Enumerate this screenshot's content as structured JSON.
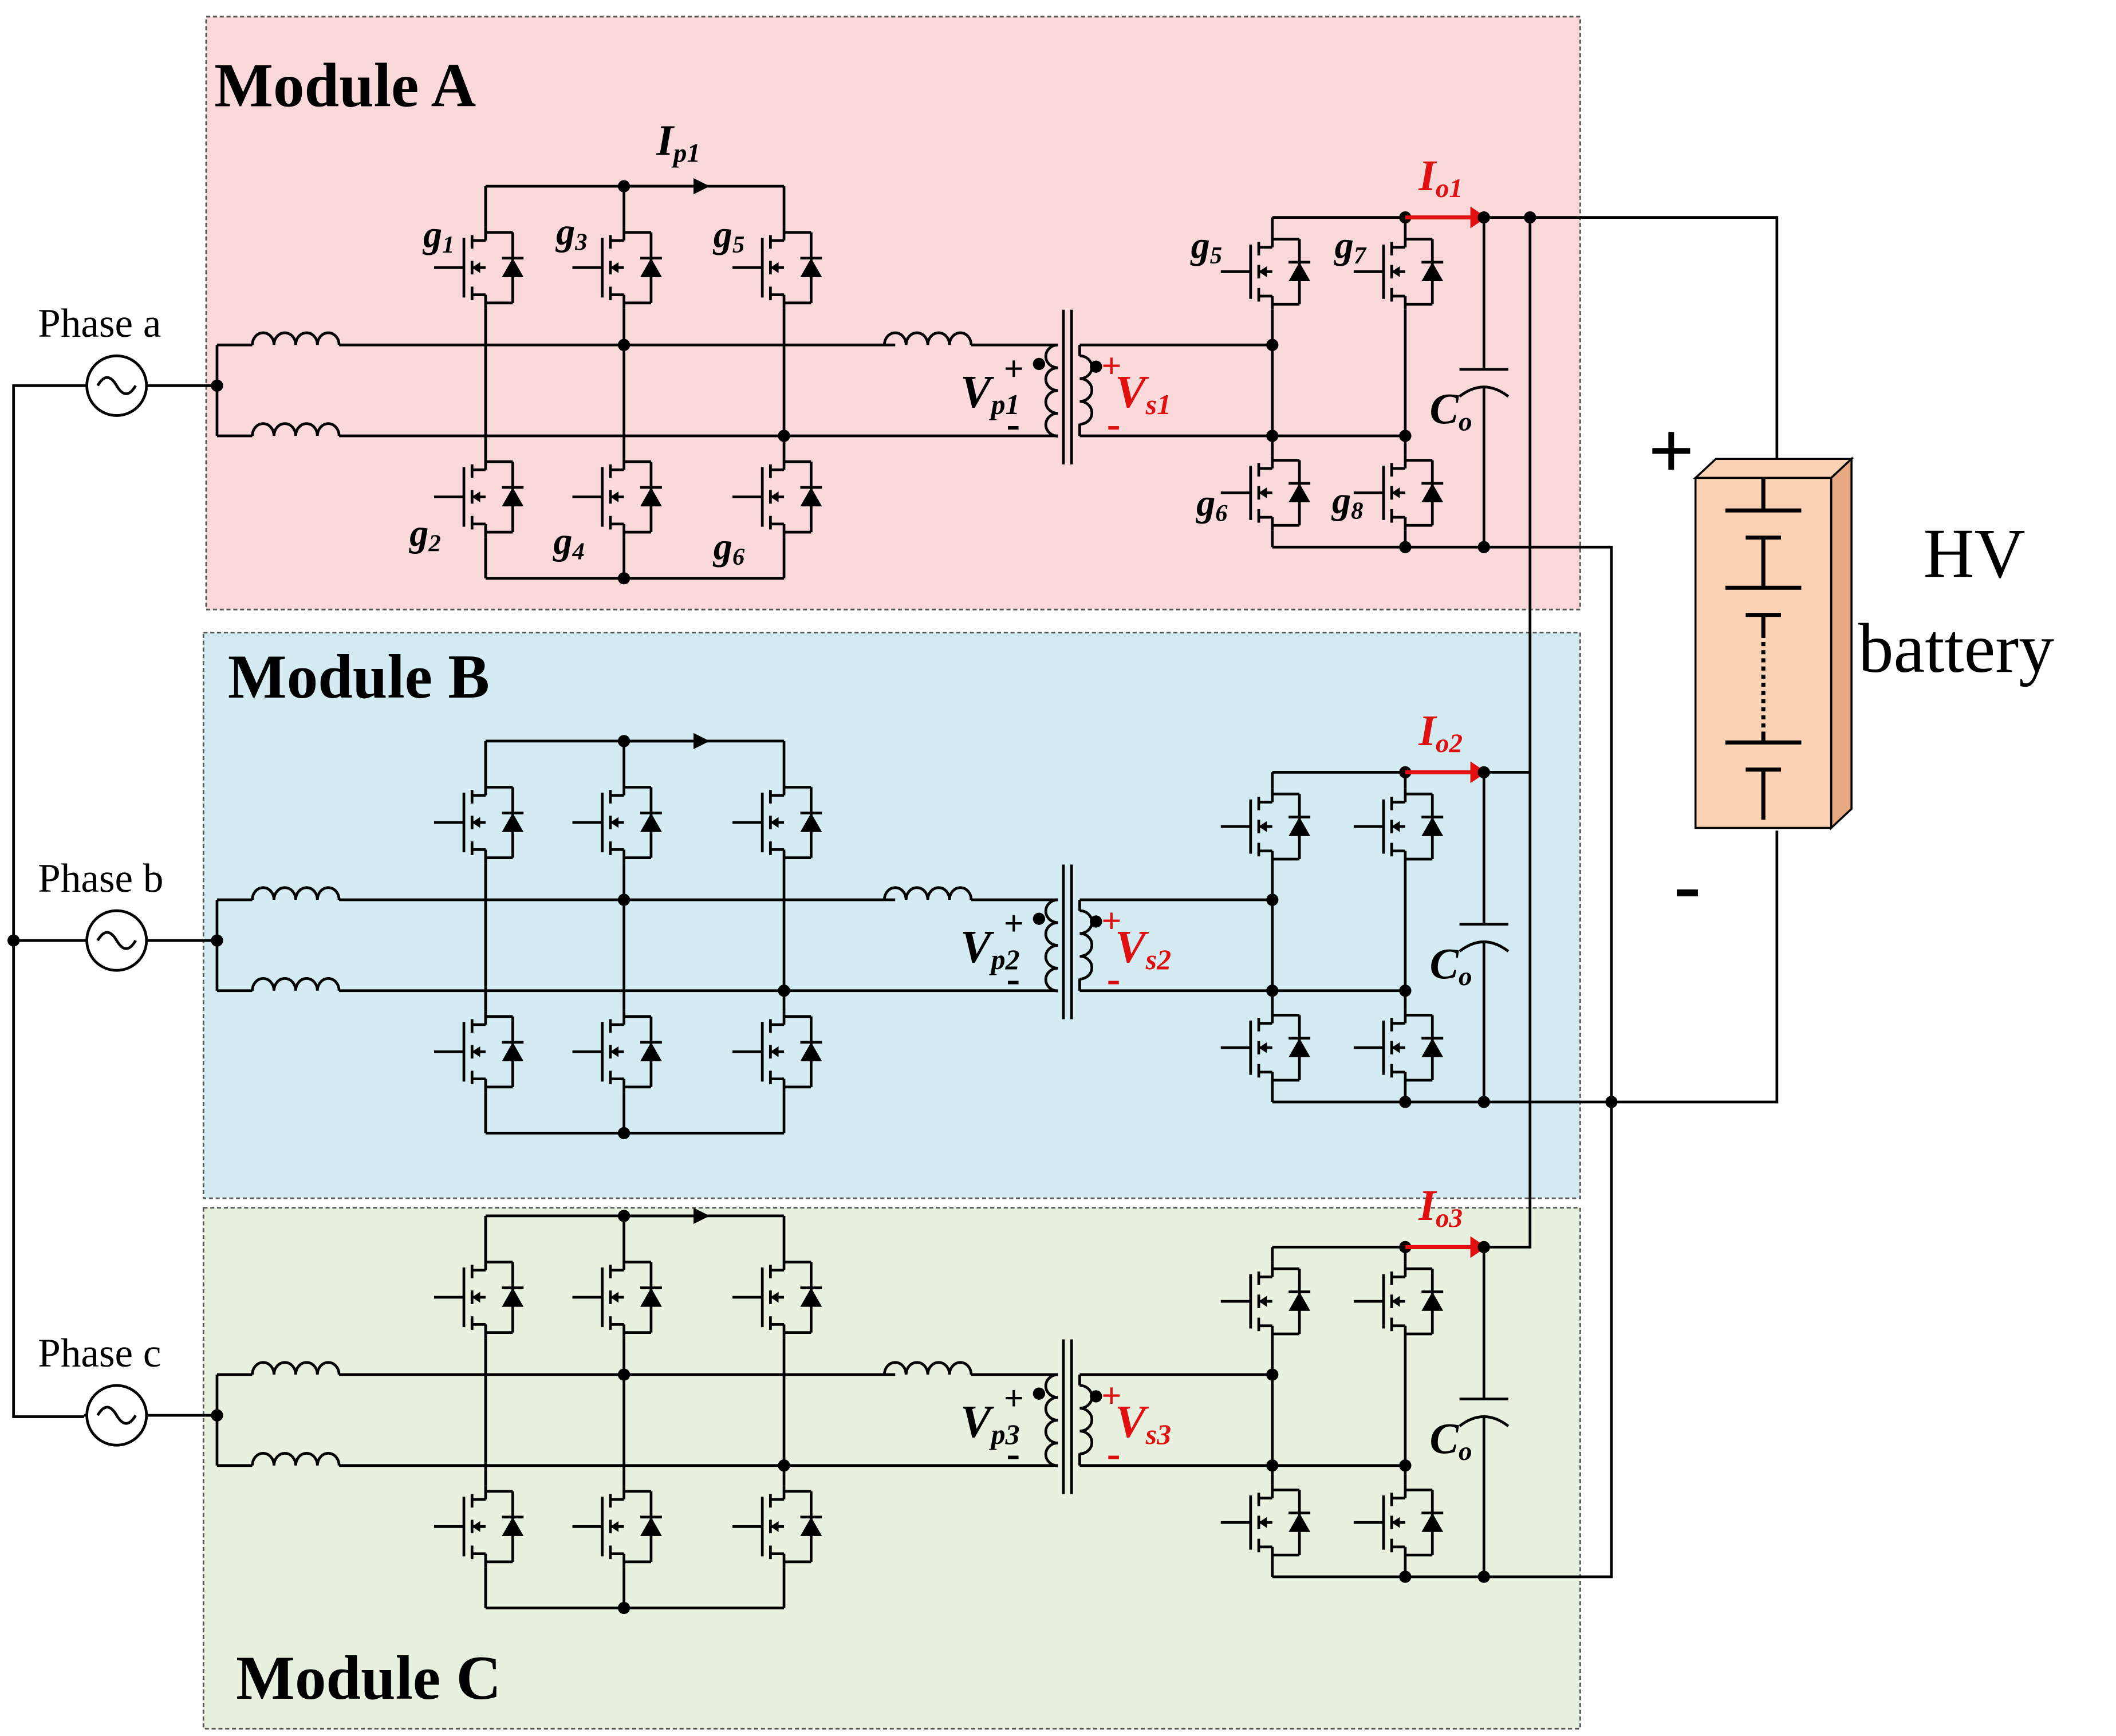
{
  "modules": [
    {
      "key": "A",
      "title": "Module A",
      "phase_label": "Phase a",
      "fill": "#f9d9d9",
      "gate_labels": {
        "g1": "g",
        "g1s": "1",
        "g2": "g",
        "g2s": "2",
        "g3": "g",
        "g3s": "3",
        "g4": "g",
        "g4s": "4",
        "g5": "g",
        "g5s": "5",
        "g6": "g",
        "g6s": "6",
        "sg5": "g",
        "sg5s": "5",
        "sg6": "g",
        "sg6s": "6",
        "sg7": "g",
        "sg7s": "7",
        "sg8": "g",
        "sg8s": "8"
      },
      "ip": {
        "main": "I",
        "sub": "p1"
      },
      "vp": {
        "main": "V",
        "sub": "p1"
      },
      "vs": {
        "main": "V",
        "sub": "s1"
      },
      "io": {
        "main": "I",
        "sub": "o1"
      },
      "co": {
        "main": "C",
        "sub": "o"
      }
    },
    {
      "key": "B",
      "title": "Module B",
      "phase_label": "Phase b",
      "fill": "#d4ebf2",
      "vp": {
        "main": "V",
        "sub": "p2"
      },
      "vs": {
        "main": "V",
        "sub": "s2"
      },
      "io": {
        "main": "I",
        "sub": "o2"
      },
      "co": {
        "main": "C",
        "sub": "o"
      }
    },
    {
      "key": "C",
      "title": "Module C",
      "phase_label": "Phase c",
      "fill": "#e8f0df",
      "vp": {
        "main": "V",
        "sub": "p3"
      },
      "vs": {
        "main": "V",
        "sub": "s3"
      },
      "io": {
        "main": "I",
        "sub": "o3"
      },
      "co": {
        "main": "C",
        "sub": "o"
      }
    }
  ],
  "polarity": {
    "plus": "+",
    "minus": "-"
  },
  "battery": {
    "label_line1": "HV",
    "label_line2": "battery",
    "plus": "+",
    "minus": "-",
    "fill": "#fbd2b4"
  },
  "colors": {
    "wire": "#000000",
    "accent": "#e01010",
    "border": "#555555"
  }
}
